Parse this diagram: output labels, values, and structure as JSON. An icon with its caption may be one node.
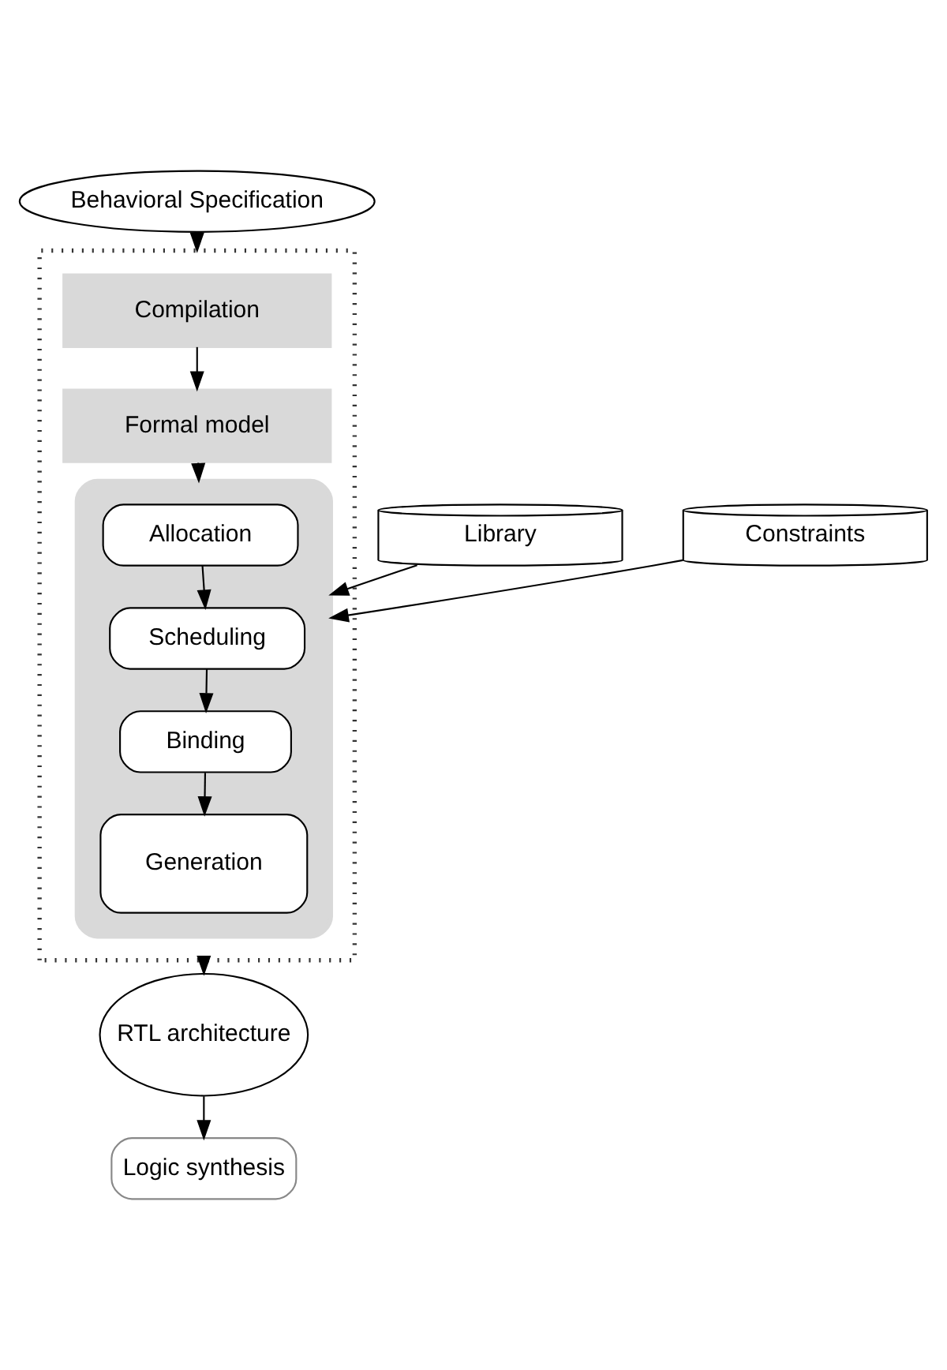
{
  "diagram": {
    "nodes": [
      {
        "text": [
          "Behavioral Specification"
        ]
      },
      {
        "text": [],
        "shape": "box"
      },
      {
        "text": [
          "Compilation"
        ],
        "in": 1
      },
      {
        "text": [
          "Formal model"
        ],
        "in": 1
      },
      {
        "text": [],
        "shape": "box",
        "in": 1
      },
      {
        "text": [
          "Allocation"
        ],
        "in": 4
      },
      {
        "text": [
          "Scheduling"
        ],
        "in": 4
      },
      {
        "text": [
          "Binding"
        ],
        "in": 4
      },
      {
        "text": [
          "Generation"
        ],
        "in": 4
      },
      {
        "text": [
          "Library"
        ]
      },
      {
        "text": [
          "Constraints"
        ]
      },
      {
        "text": [
          "RTL architecture"
        ]
      },
      {
        "text": [
          "Logic synthesis"
        ]
      }
    ],
    "edges": [
      {
        "from": 0,
        "to": 1,
        "arrow": "to"
      },
      {
        "from": 2,
        "to": 3,
        "arrow": "to"
      },
      {
        "from": 3,
        "to": 4,
        "arrow": "to"
      },
      {
        "from": 5,
        "to": 6,
        "arrow": "to"
      },
      {
        "from": 6,
        "to": 7,
        "arrow": "to"
      },
      {
        "from": 7,
        "to": 8,
        "arrow": "to"
      },
      {
        "from": 9,
        "to": 4,
        "arrow": "to"
      },
      {
        "from": 10,
        "to": 4,
        "arrow": "to"
      },
      {
        "from": 1,
        "to": 11,
        "arrow": "to"
      },
      {
        "from": 11,
        "to": 12,
        "arrow": "to"
      }
    ]
  }
}
